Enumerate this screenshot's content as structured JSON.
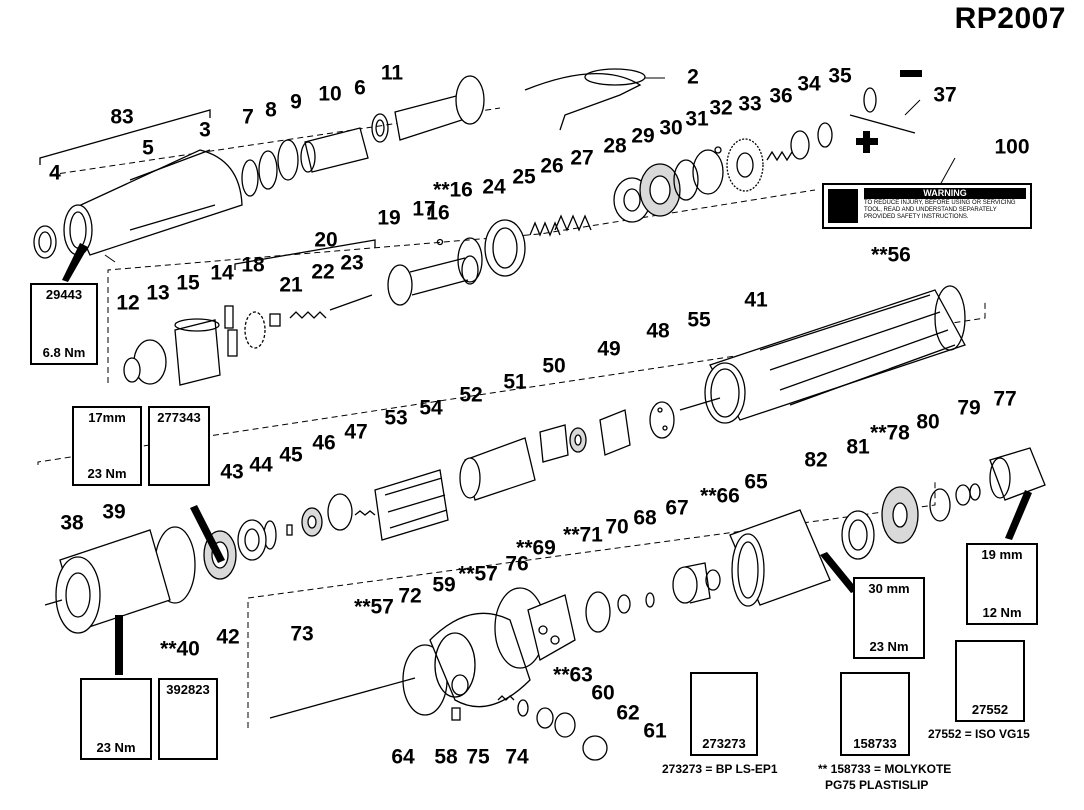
{
  "title": "RP2007",
  "warning": {
    "heading": "WARNING",
    "text": "TO REDUCE INJURY, BEFORE USING OR SERVICING TOOL, READ AND UNDERSTAND SEPARATELY PROVIDED SAFETY INSTRUCTIONS."
  },
  "callouts": [
    "2",
    "3",
    "4",
    "5",
    "6",
    "7",
    "8",
    "9",
    "10",
    "11",
    "12",
    "13",
    "14",
    "15",
    "16",
    "**16",
    "17",
    "18",
    "19",
    "20",
    "21",
    "22",
    "23",
    "24",
    "25",
    "26",
    "27",
    "28",
    "29",
    "30",
    "31",
    "32",
    "33",
    "34",
    "35",
    "36",
    "37",
    "38",
    "39",
    "**40",
    "41",
    "42",
    "43",
    "44",
    "45",
    "46",
    "47",
    "48",
    "49",
    "50",
    "51",
    "52",
    "53",
    "54",
    "55",
    "**56",
    "**57",
    "**57",
    "58",
    "59",
    "60",
    "61",
    "62",
    "**63",
    "64",
    "65",
    "**66",
    "67",
    "68",
    "**69",
    "70",
    "**71",
    "72",
    "73",
    "74",
    "75",
    "76",
    "77",
    "**78",
    "79",
    "80",
    "81",
    "82",
    "83",
    "100"
  ],
  "boxes": {
    "b29443": {
      "top": "29443",
      "bot": "6.8 Nm"
    },
    "b17mm": {
      "top": "17mm",
      "bot": "23 Nm"
    },
    "b277343": {
      "top": "277343"
    },
    "b23nm": {
      "bot": "23 Nm"
    },
    "b392823": {
      "top": "392823"
    },
    "b30mm": {
      "top": "30 mm",
      "bot": "23 Nm"
    },
    "b19mm": {
      "top": "19 mm",
      "bot": "12 Nm"
    },
    "b273273": {
      "bot": "273273"
    },
    "b158733": {
      "bot": "158733"
    },
    "b27552": {
      "bot": "27552"
    }
  },
  "legends": {
    "l273273": "273273 = BP LS-EP1",
    "l158733a": "** 158733 = MOLYKOTE",
    "l158733b": "PG75 PLASTISLIP",
    "l27552": "27552 = ISO VG15"
  },
  "colors": {
    "ink": "#000000",
    "fill": "#ffffff",
    "shade": "#d9d9d9"
  }
}
